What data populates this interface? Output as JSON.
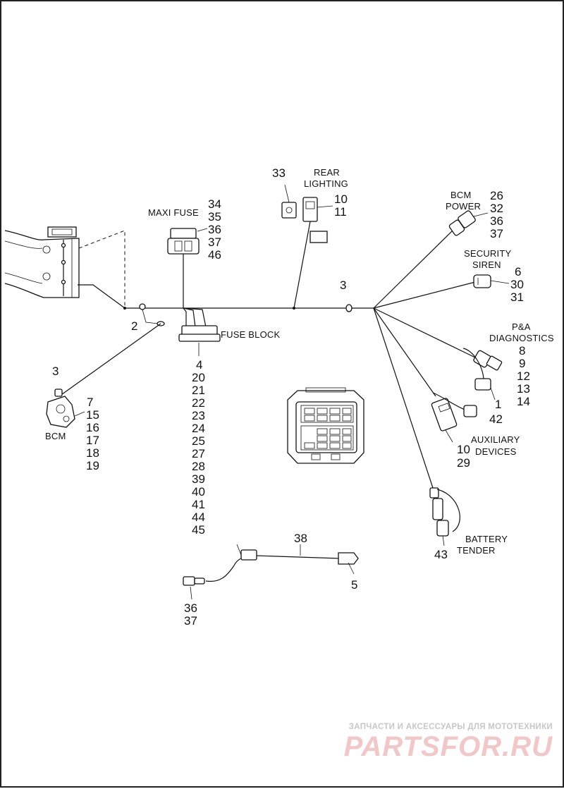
{
  "labels": {
    "maxi_fuse": "MAXI FUSE",
    "rear_lighting_1": "REAR",
    "rear_lighting_2": "LIGHTING",
    "bcm_power_1": "BCM",
    "bcm_power_2": "POWER",
    "security_siren_1": "SECURITY",
    "security_siren_2": "SIREN",
    "pa_diagnostics_1": "P&A",
    "pa_diagnostics_2": "DIAGNOSTICS",
    "fuse_block": "FUSE BLOCK",
    "bcm": "BCM",
    "auxiliary_devices_1": "AUXILIARY",
    "auxiliary_devices_2": "DEVICES",
    "battery_tender_1": "BATTERY",
    "battery_tender_2": "TENDER"
  },
  "callouts": {
    "rear_lighting_a": "33",
    "rear_lighting_b": [
      "10",
      "11"
    ],
    "maxi_fuse": [
      "34",
      "35",
      "36",
      "37",
      "46"
    ],
    "bcm_power": [
      "26",
      "32",
      "36",
      "37"
    ],
    "security_siren": [
      "6",
      "30",
      "31"
    ],
    "pa_diagnostics": [
      "8",
      "9",
      "12",
      "13",
      "14"
    ],
    "pa_diag_connector": "1",
    "aux_42": "42",
    "aux_devices": [
      "10",
      "29"
    ],
    "battery_tender": "43",
    "trunk_3": "3",
    "clip_2": "2",
    "bcm_3": "3",
    "bcm": [
      "7",
      "15",
      "16",
      "17",
      "18",
      "19"
    ],
    "fuse_block": [
      "4",
      "20",
      "21",
      "22",
      "23",
      "24",
      "25",
      "27",
      "28",
      "39",
      "40",
      "41",
      "44",
      "45"
    ],
    "sub_harness": "38",
    "sub_harness_end": "5",
    "sub_harness_plug": [
      "36",
      "37"
    ]
  },
  "watermark": {
    "line1": "ЗАПЧАСТИ И АКСЕССУАРЫ ДЛЯ МОТОТЕХНИКИ",
    "logo": "PARTSFOR.RU"
  }
}
